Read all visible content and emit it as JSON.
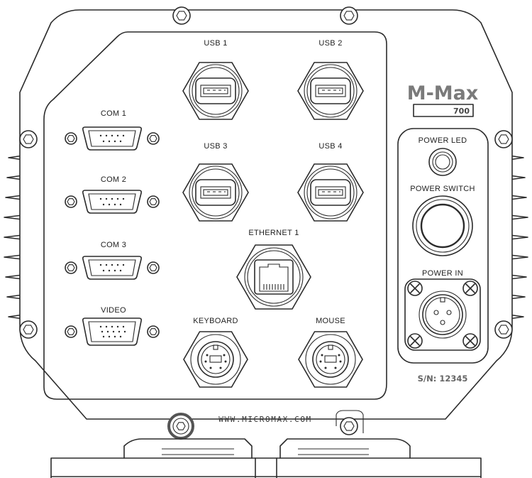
{
  "brand": {
    "name": "M-Max",
    "model": "700"
  },
  "serial": "S/N: 12345",
  "website": "WWW.MICROMAX.COM",
  "ports": {
    "usb1": "USB 1",
    "usb2": "USB 2",
    "usb3": "USB 3",
    "usb4": "USB 4",
    "com1": "COM 1",
    "com2": "COM 2",
    "com3": "COM 3",
    "video": "VIDEO",
    "ethernet": "ETHERNET 1",
    "keyboard": "KEYBOARD",
    "mouse": "MOUSE"
  },
  "power": {
    "led": "POWER LED",
    "switch": "POWER SWITCH",
    "input": "POWER IN"
  },
  "colors": {
    "line": "#2b2b2b",
    "brand": "#7a7a7a"
  }
}
